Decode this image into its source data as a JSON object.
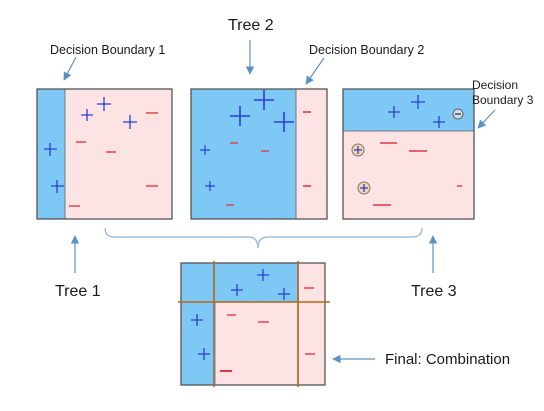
{
  "labels": {
    "tree1": "Tree 1",
    "tree2": "Tree 2",
    "tree3": "Tree 3",
    "boundary1": "Decision Boundary 1",
    "boundary2": "Decision Boundary 2",
    "boundary3_line1": "Decision",
    "boundary3_line2": "Boundary 3",
    "final": "Final: Combination"
  },
  "colors": {
    "positive_region": "#7ec8f5",
    "negative_region": "#fde3e3",
    "plus_sign": "#2b3fd6",
    "minus_sign": "#e23a3a",
    "combined_boundary": "#b5651d",
    "arrow": "#5a92c4",
    "panel_border": "#555555"
  },
  "markers": {
    "plus": "+",
    "minus": "−",
    "circled_plus": "⊕",
    "circled_minus": "⊖"
  }
}
